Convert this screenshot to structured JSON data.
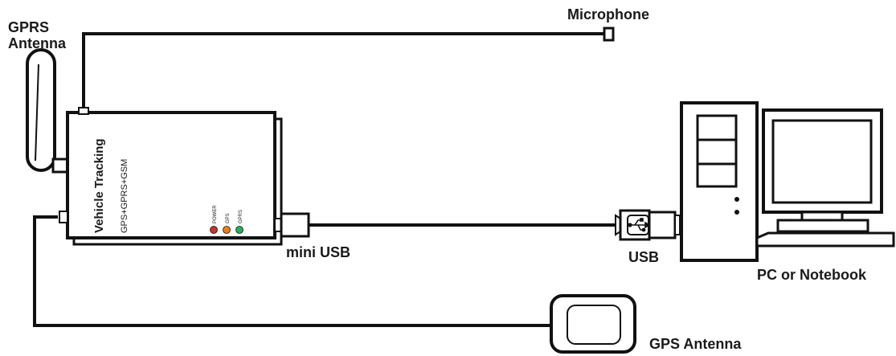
{
  "labels": {
    "gprs_antenna_line1": "GPRS",
    "gprs_antenna_line2": "Antenna",
    "microphone": "Microphone",
    "mini_usb": "mini USB",
    "usb": "USB",
    "pc": "PC or Notebook",
    "gps_antenna": "GPS Antenna"
  },
  "device": {
    "title": "Vehicle Tracking",
    "subtitle": "GPS+GPRS+GSM",
    "leds": [
      {
        "label": "POWER",
        "color": "#c0392b"
      },
      {
        "label": "GPS",
        "color": "#e67e22"
      },
      {
        "label": "GPRS",
        "color": "#27ae60"
      }
    ]
  },
  "colors": {
    "stroke": "#111111",
    "background": "#ffffff"
  }
}
